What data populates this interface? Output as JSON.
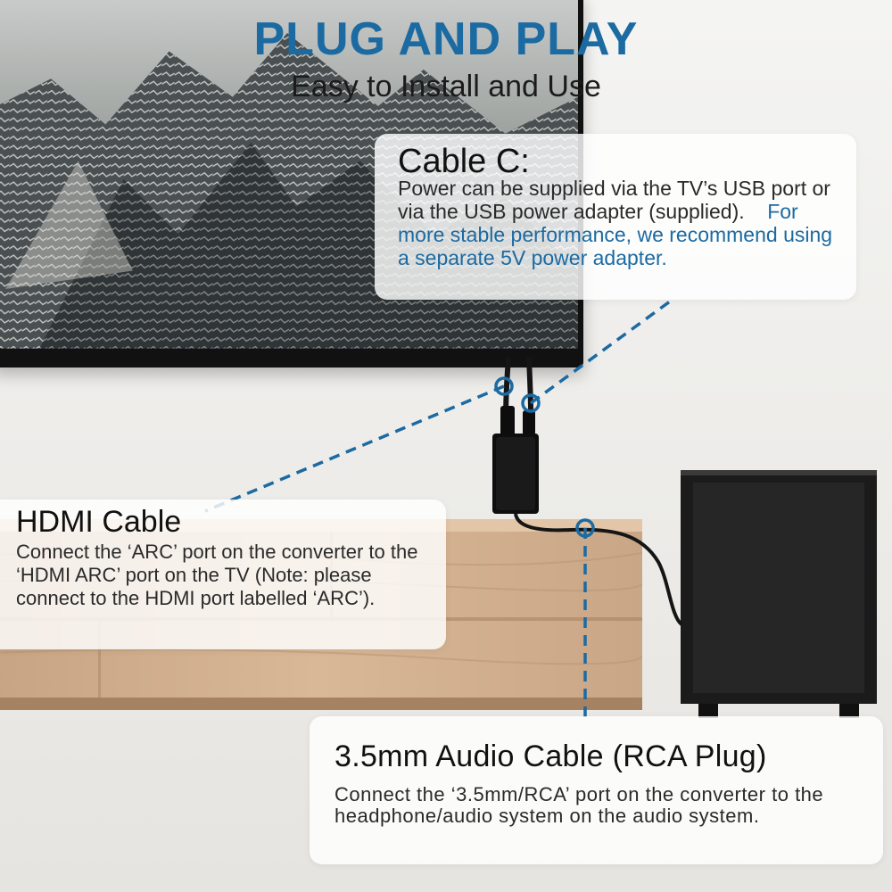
{
  "header": {
    "title": "PLUG AND PLAY",
    "subtitle": "Easy to Install and Use"
  },
  "callouts": {
    "cable_c": {
      "heading": "Cable C:",
      "body": "Power can be supplied via the TV’s USB port or via the USB power adapter (supplied).",
      "highlight": "For more stable performance, we recommend using a separate 5V power adapter."
    },
    "hdmi": {
      "heading": "HDMI Cable",
      "body": "Connect the ‘ARC’ port on the converter to the ‘HDMI ARC’ port on the TV (Note: please connect to the HDMI port labelled ‘ARC’)."
    },
    "audio": {
      "heading": "3.5mm Audio Cable (RCA Plug)",
      "body": "Connect the ‘3.5mm/RCA’ port on the converter to the headphone/audio system on the audio system."
    }
  },
  "colors": {
    "accent": "#1b6aa2",
    "dashed_line": "#1b6aa2",
    "text": "#1b1b1b"
  },
  "icons": [
    "tv-illustration",
    "converter-device",
    "subwoofer-illustration",
    "tv-cabinet-illustration",
    "connector-ring-icon"
  ]
}
